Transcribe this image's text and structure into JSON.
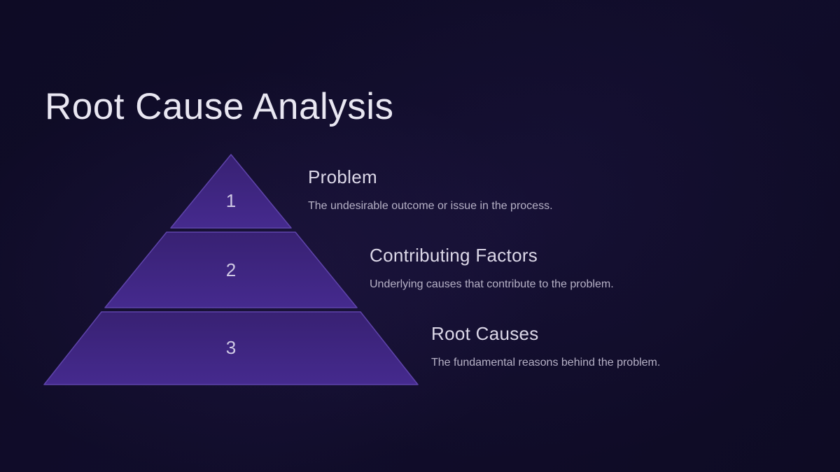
{
  "slide": {
    "title": "Root Cause Analysis"
  },
  "pyramid": {
    "levels": [
      {
        "number": "1",
        "heading": "Problem",
        "description": "The undesirable outcome or issue in the process."
      },
      {
        "number": "2",
        "heading": "Contributing Factors",
        "description": "Underlying causes that contribute to the problem."
      },
      {
        "number": "3",
        "heading": "Root Causes",
        "description": "The fundamental reasons behind the problem."
      }
    ]
  },
  "colors": {
    "background": "#110d2b",
    "pyramid_fill_top": "#382173",
    "pyramid_fill_bottom": "#452a8e",
    "pyramid_stroke": "#5f44ab",
    "separator_line": "#4a3990",
    "title_text": "#e9e7f2",
    "heading_text": "#dcd8e8",
    "description_text": "#b6b1c6",
    "number_text": "#cfc9e4"
  }
}
